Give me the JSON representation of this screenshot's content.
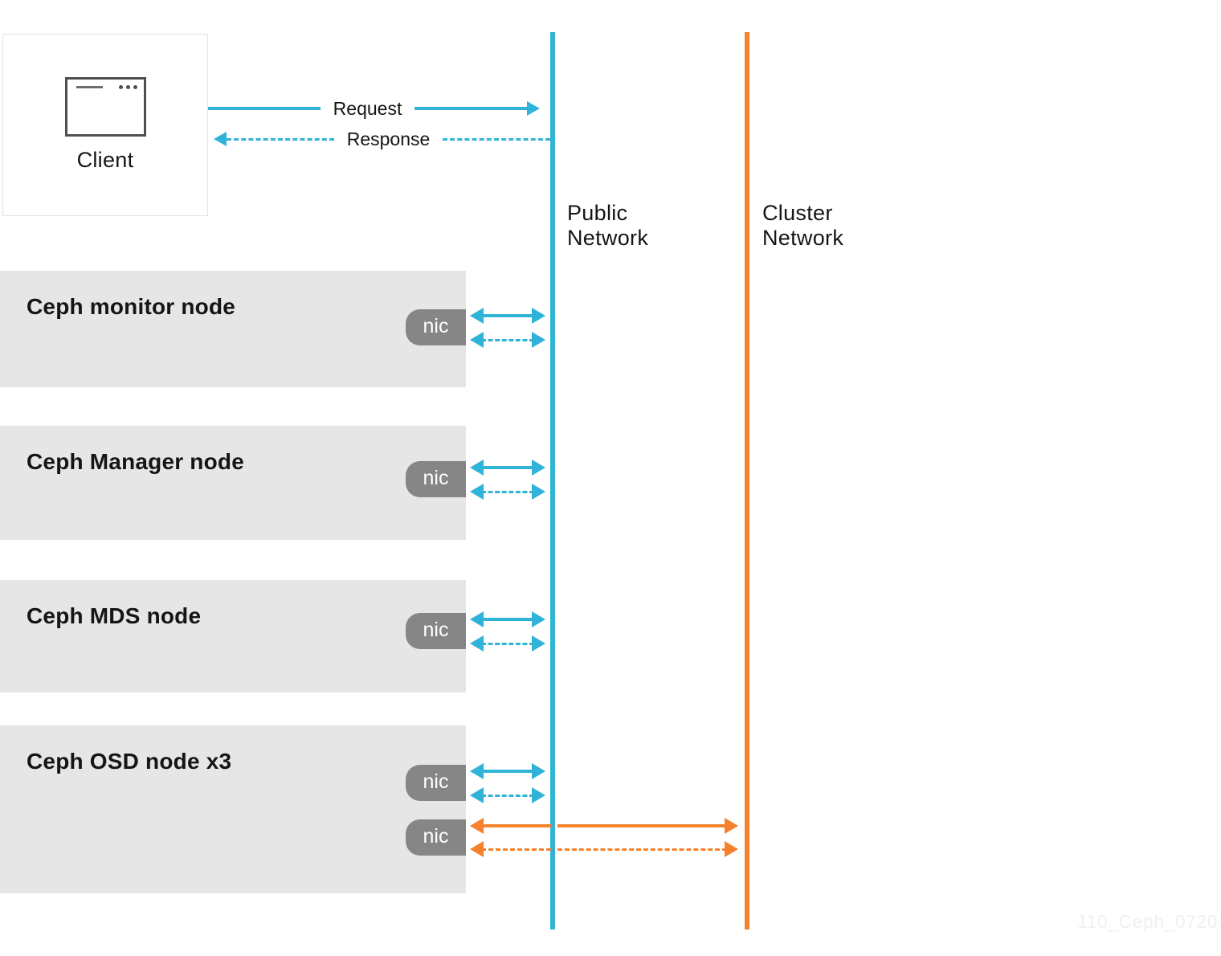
{
  "client": {
    "label": "Client",
    "icon": "browser-window-icon"
  },
  "flows": {
    "request": "Request",
    "response": "Response"
  },
  "networks": {
    "public": {
      "label": "Public\nNetwork",
      "color": "#2fb3d6"
    },
    "cluster": {
      "label": "Cluster\nNetwork",
      "color": "#f5812c"
    }
  },
  "nodes": [
    {
      "label": "Ceph monitor node",
      "nics": [
        {
          "label": "nic",
          "network": "public"
        }
      ]
    },
    {
      "label": "Ceph Manager node",
      "nics": [
        {
          "label": "nic",
          "network": "public"
        }
      ]
    },
    {
      "label": "Ceph MDS node",
      "nics": [
        {
          "label": "nic",
          "network": "public"
        }
      ]
    },
    {
      "label": "Ceph OSD node x3",
      "nics": [
        {
          "label": "nic",
          "network": "public"
        },
        {
          "label": "nic",
          "network": "cluster"
        }
      ]
    }
  ],
  "watermark": "110_Ceph_0720",
  "colors": {
    "teal": "#2fb3d6",
    "orange": "#f5812c",
    "nic_background": "#868686",
    "node_background": "#e6e6e6",
    "text": "#151515"
  }
}
